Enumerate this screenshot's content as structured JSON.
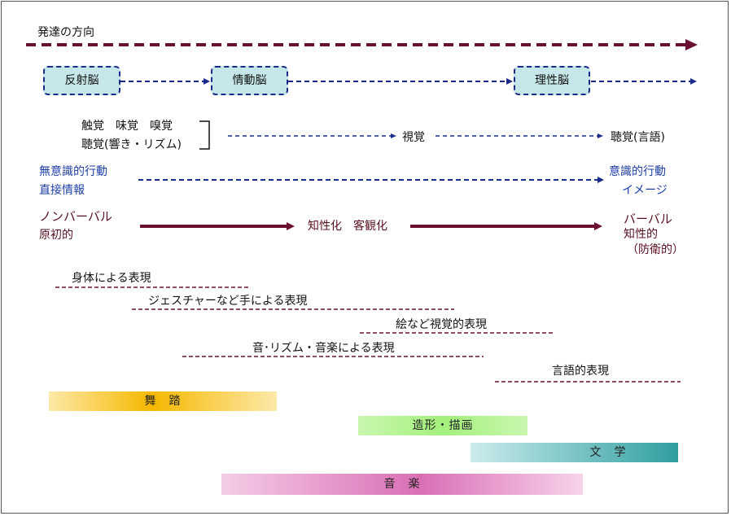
{
  "direction": {
    "label": "発達の方向"
  },
  "brains": [
    "反射脳",
    "情動脳",
    "理性脳"
  ],
  "senses": {
    "line1": "触覚　味覚　嗅覚",
    "line2": "聴覚(響き・リズム)",
    "middle": "視覚",
    "end": "聴覚(言語)"
  },
  "action": {
    "left1": "無意識的行動",
    "left2": "直接情報",
    "right1": "意識的行動",
    "right2": "イメージ"
  },
  "verbal": {
    "left1": "ノンバーバル",
    "left2": "原初的",
    "middle": "知性化　客観化",
    "right1": "バーバル",
    "right2": "知性的",
    "right3": "（防衛的）"
  },
  "expressions": [
    "身体による表現",
    "ジェスチャーなど手による表現",
    "絵など視覚的表現",
    "音･リズム・音楽による表現",
    "言語的表現"
  ],
  "arts": [
    "舞　踏",
    "造形・描画",
    "文　学",
    "音　楽"
  ],
  "colors": {
    "maroon": "#6b1030",
    "navy": "#1a2a8a",
    "brain_fill": "#c6e7ea",
    "dance": "#f5b800",
    "art": "#8ee66a",
    "literature": "#2f9ea0",
    "music": "#d96fb5"
  }
}
